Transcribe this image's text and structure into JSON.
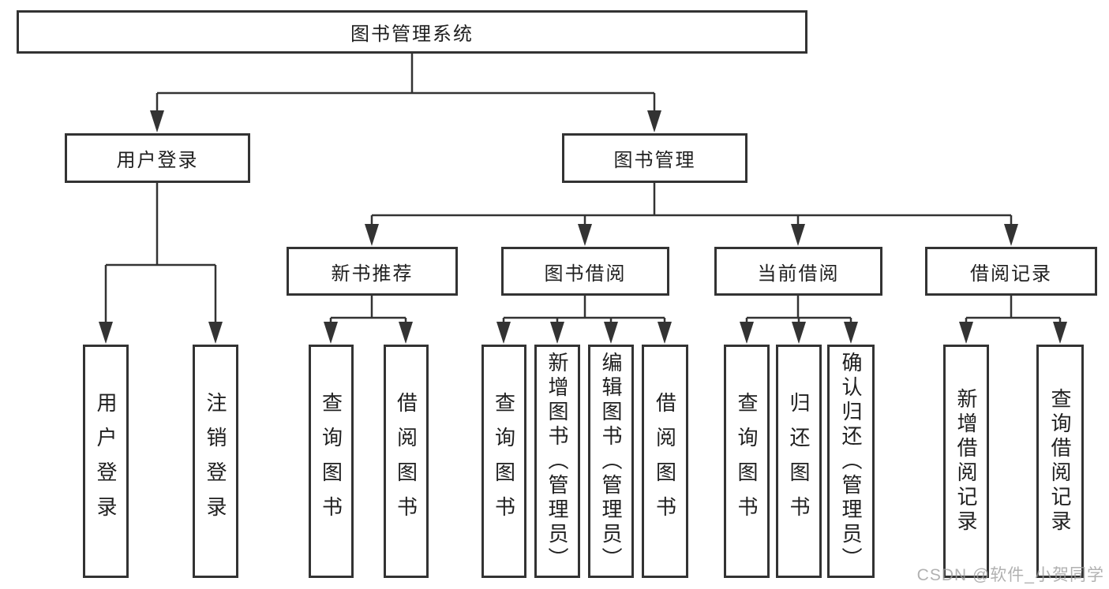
{
  "tree": {
    "root": {
      "label": "图书管理系统"
    },
    "level2": [
      {
        "label": "用户登录",
        "children": [
          {
            "label": "用户登录"
          },
          {
            "label": "注销登录"
          }
        ]
      },
      {
        "label": "图书管理",
        "children": [
          {
            "label": "新书推荐",
            "children": [
              {
                "label": "查询图书"
              },
              {
                "label": "借阅图书"
              }
            ]
          },
          {
            "label": "图书借阅",
            "children": [
              {
                "label": "查询图书"
              },
              {
                "label": "新增图书（管理员）"
              },
              {
                "label": "编辑图书（管理员）"
              },
              {
                "label": "借阅图书"
              }
            ]
          },
          {
            "label": "当前借阅",
            "children": [
              {
                "label": "查询图书"
              },
              {
                "label": "归还图书"
              },
              {
                "label": "确认归还（管理员）"
              }
            ]
          },
          {
            "label": "借阅记录",
            "children": [
              {
                "label": "新增借阅记录"
              },
              {
                "label": "查询借阅记录"
              }
            ]
          }
        ]
      }
    ]
  },
  "watermark": "CSDN @软件_小贺同学",
  "colors": {
    "line": "#333333",
    "border": "#333333",
    "text": "#1f1f1f",
    "watermark": "#9e9e9e",
    "background": "#ffffff"
  }
}
